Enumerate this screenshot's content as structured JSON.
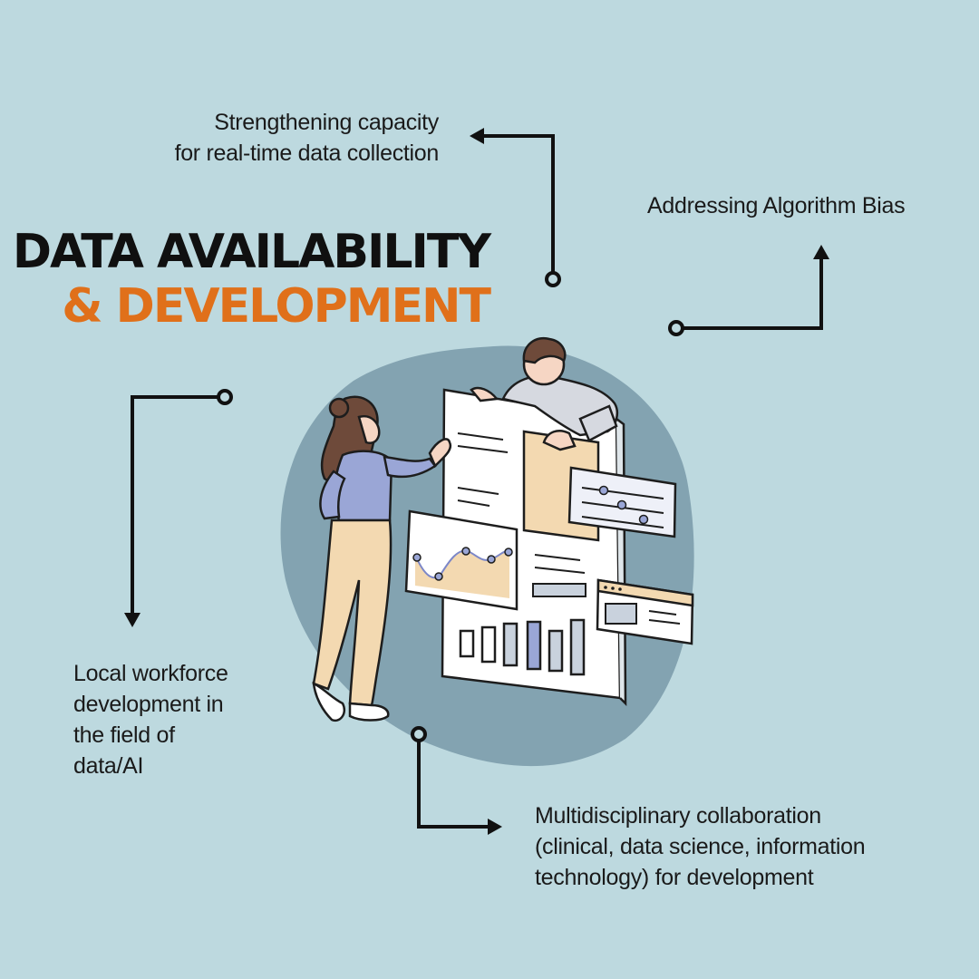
{
  "title": {
    "line1": "DATA AVAILABILITY",
    "line2": "& DEVELOPMENT"
  },
  "labels": {
    "strengthening": [
      "Strengthening capacity",
      "for real-time data collection"
    ],
    "bias": "Addressing Algorithm Bias",
    "workforce": [
      "Local workforce",
      "development in",
      "the field of",
      "data/AI"
    ],
    "multidisciplinary": [
      "Multidisciplinary collaboration",
      "(clinical, data science, information",
      "technology)  for development"
    ]
  },
  "colors": {
    "background": "#bdd9df",
    "accent": "#e0701a",
    "blob": "#83a3b1",
    "connector": "#111111"
  }
}
